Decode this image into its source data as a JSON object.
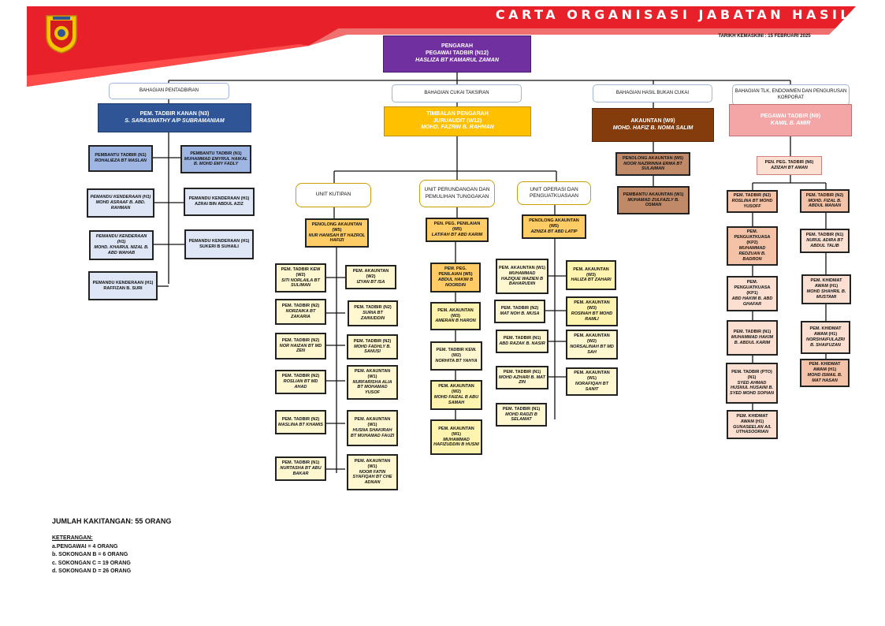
{
  "header": {
    "title": "CARTA ORGANISASI JABATAN HASIL",
    "updated": "TARIKH KEMASKINI : 15 FEBRUARI 2025"
  },
  "colors": {
    "banner": "#e8202a",
    "director": "#7030a0",
    "admin": "#2f5597",
    "tax": "#ffc000",
    "nontax": "#843c0c",
    "tlk": "#f4a6a6"
  },
  "director": {
    "title": "PENGARAH",
    "grade": "PEGAWAI TADBIR (N12)",
    "name": "HASLIZA BT KAMARUL ZAMAN"
  },
  "divisions": [
    {
      "label": "BAHAGIAN PENTADBIRAN"
    },
    {
      "label": "BAHAGIAN CUKAI TAKSIRAN"
    },
    {
      "label": "BAHAGIAN HASIL BUKAN CUKAI"
    },
    {
      "label": "BAHAGIAN TLK, ENDOWMEN DAN PENGURUSAN KORPORAT"
    }
  ],
  "heads": [
    {
      "title": "PEM. TADBIR KANAN (N3)",
      "name": "S. SARASWATHY A/P SUBRAMANIAM"
    },
    {
      "title": "TIMBALAN PENGARAH",
      "grade": "JURUAUDIT (W12)",
      "name": "MOHD. FAZRIN B. RAHMAN"
    },
    {
      "title": "AKAUNTAN (W9)",
      "name": "MOHD. HAFIZ B. NOMA SALIM"
    },
    {
      "title": "PEGAWAI TADBIR (N9)",
      "name": "KAMIL B. AMIR"
    }
  ],
  "units": [
    {
      "label": "UNIT KUTIPAN"
    },
    {
      "label": "UNIT PERUNDANGAN DAN PEMULIHAN TUNGGAKAN"
    },
    {
      "label": "UNIT OPERASI DAN PENGUATKUASAAN"
    }
  ],
  "admin_staff": [
    {
      "title": "PEMBANTU TADBIR (N1)",
      "name": "ROHALIEZA BT MASLAN"
    },
    {
      "title": "PEMBANTU TADBIR (N1)",
      "name": "MUHAMMAD EMYRUL HAIKAL B. MOHD EMY FADLY"
    },
    {
      "title": "PEMANDU KENDERAAN (H1)",
      "name": "MOHD ASRAAF B. ABD. RAHMAN"
    },
    {
      "title": "PEMANDU KENDERAAN (H1)",
      "name": "AZRAI BIN ABDUL AZIZ"
    },
    {
      "title": "PEMANDU KENDERAAN (H1)",
      "name": "MOHD. KHAIRUL NIZAL B. ABD WAHAB"
    },
    {
      "title": "PEMANDU KENDERAAN (H1)",
      "name": "SUKERI B SUHAILI"
    },
    {
      "title": "PEMANDU KENDERAAN (H1)",
      "name": "RAFFIZAN B. SURI"
    }
  ],
  "kutipan_lead": {
    "title": "PENOLONG AKAUNTAN (W5)",
    "name": "NUR HANISAH BT HAZROL HAFIZI"
  },
  "kutipan_staff": [
    {
      "title": "PEM. TADBIR KEW (W2)",
      "name": "SITI NORLAILA BT SULIMAN"
    },
    {
      "title": "PEM. AKAUNTAN (W2)",
      "name": "IZYAN BT ISA"
    },
    {
      "title": "PEM. TADBIR (N2)",
      "name": "NORZAIKA BT ZAKARIA"
    },
    {
      "title": "PEM. TADBIR (N2)",
      "name": "SURIA BT ZAINUDDIN"
    },
    {
      "title": "PEM. TADBIR (N2)",
      "name": "NOR HAIZAN BT MD ZEN"
    },
    {
      "title": "PEM. TADBIR (N2)",
      "name": "MOHD FADHLY B. SANUSI"
    },
    {
      "title": "PEM. TADBIR (N2)",
      "name": "ROSLIAN BT MD AHAD"
    },
    {
      "title": "PEM. AKAUNTAN (W1)",
      "name": "NURFARISHA ALIA BT MOHAMAD YUSOF"
    },
    {
      "title": "PEM. TADBIR (N2)",
      "name": "MASLINA BT KHAMIS"
    },
    {
      "title": "PEM. AKAUNTAN (W1)",
      "name": "HUSNA SHAKIRAH BT MUHAMAD FAUZI"
    },
    {
      "title": "PEM. TADBIR (N1)",
      "name": "NURTASHA BT ABU BAKAR"
    },
    {
      "title": "PEM. AKAUNTAN (W1)",
      "name": "NOOR FATIN SYAFIQAH BT CHE ADNAN"
    }
  ],
  "perundangan_lead": {
    "title": "PEN. PEG. PENILAIAN (W5)",
    "name": "LATIFAH BT ABD KARIM"
  },
  "perundangan_staff": [
    {
      "title": "PEM. PEG. PENILAIAN (W5)",
      "name": "ABDUL HAKIM B NOORDIN"
    },
    {
      "title": "PEM. AKAUNTAN (W3)",
      "name": "AMERAN B HARON"
    },
    {
      "title": "PEM. TADBIR KEW. (W2)",
      "name": "NORHITA BT YAHYA"
    },
    {
      "title": "PEM. AKAUNTAN (W2)",
      "name": "MOHD FAIZAL B ABU SAMAH"
    },
    {
      "title": "PEM. AKAUNTAN (W1)",
      "name": "MUHAMMAD HAFIZUDDIN B HUSNI"
    }
  ],
  "operasi_lead": {
    "title": "PENOLONG AKAUNTAN (W5)",
    "name": "AZNIZA BT ABD LATIP"
  },
  "operasi_staff": [
    {
      "title": "PEM. AKAUNTAN (W1)",
      "name": "MUHAMMAD HAZIQUE WAZIEN B BAHARUDIN"
    },
    {
      "title": "PEM. AKAUNTAN (W3)",
      "name": "HALIZA BT ZAHARI"
    },
    {
      "title": "PEM. TADBIR (N2)",
      "name": "MAT NOH B. MUSA"
    },
    {
      "title": "PEM. AKAUNTAN (W3)",
      "name": "ROSINAH BT MOHD RAMLI"
    },
    {
      "title": "PEM. TADBIR (N1)",
      "name": "ABD RAZAK B. NASIR"
    },
    {
      "title": "PEM. AKAUNTAN (W2)",
      "name": "NORSALINAH BT MD SAH"
    },
    {
      "title": "PEM. TADBIR (N1)",
      "name": "MOHD AZHARI B. MAT ZIN"
    },
    {
      "title": "PEM. AKAUNTAN (W1)",
      "name": "NORAFIQAH BT SANIT"
    },
    {
      "title": "PEM. TADBIR (N1)",
      "name": "MOHD RADZI B SELAMAT"
    }
  ],
  "nontax_staff": [
    {
      "title": "PENOLONG AKAUNTAN (W5)",
      "name": "NOOR NAZIRINNA ERMA BT SULAIMAN"
    },
    {
      "title": "PEMBANTU AKAUNTAN (W1)",
      "name": "MUHAMAD ZULFAZLY B. OSMAN"
    }
  ],
  "tlk_sub": {
    "title": "PEN. PEG. TADBIR (N6)",
    "name": "AZIZAH BT AMAN"
  },
  "tlk_left": [
    {
      "title": "PEM. TADBIR (N2)",
      "name": "ROSLINA BT MOHD YUSOFF"
    },
    {
      "title": "PEM. PENGUATKUASA (KP2)",
      "name": "MUHAMMAD REDZUAN B. BADRON"
    },
    {
      "title": "PEM. PENGUATKUASA (KP1)",
      "name": "ABD HAKIM B. ABD GHAFAR"
    },
    {
      "title": "PEM. TADBIR (N1)",
      "name": "MUHAMMAD HAKIM B. ABDUL KARIM"
    },
    {
      "title": "PEM. TADBIR (PTO) (N1)",
      "name": "SYED AHMAD HUSNUL HUSAINI B. SYED MOHD SOPIAN"
    },
    {
      "title": "PEM. KHIDMAT AWAM (H1)",
      "name": "GUNASEELAN A/L UTHASOORIAN"
    }
  ],
  "tlk_right": [
    {
      "title": "PEM. TADBIR (N2)",
      "name": "MOHD. FIZAL B. ABDUL MANAN"
    },
    {
      "title": "PEM. TADBIR (N1)",
      "name": "NURUL ADIRA BT ABDUL TALIB"
    },
    {
      "title": "PEM. KHIDMAT AWAM (H1)",
      "name": "MOHD SHAHRIL B. MUSTAMI"
    },
    {
      "title": "PEM. KHIDMAT AWAM (H1)",
      "name": "NORSHAIFULAZRI B. SHAIFUZAN"
    },
    {
      "title": "PEM. KHIDMAT AWAM (H1)",
      "name": "MOHD ISMAIL B. MAT HASAN"
    }
  ],
  "summary": "JUMLAH KAKITANGAN: 55 ORANG",
  "legend": {
    "heading": "KETERANGAN:",
    "items": [
      "a.PENGAWAI = 4 ORANG",
      "b. SOKONGAN B = 6 ORANG",
      "c. SOKONGAN C = 19 ORANG",
      "d. SOKONGAN D = 26 ORANG"
    ]
  }
}
